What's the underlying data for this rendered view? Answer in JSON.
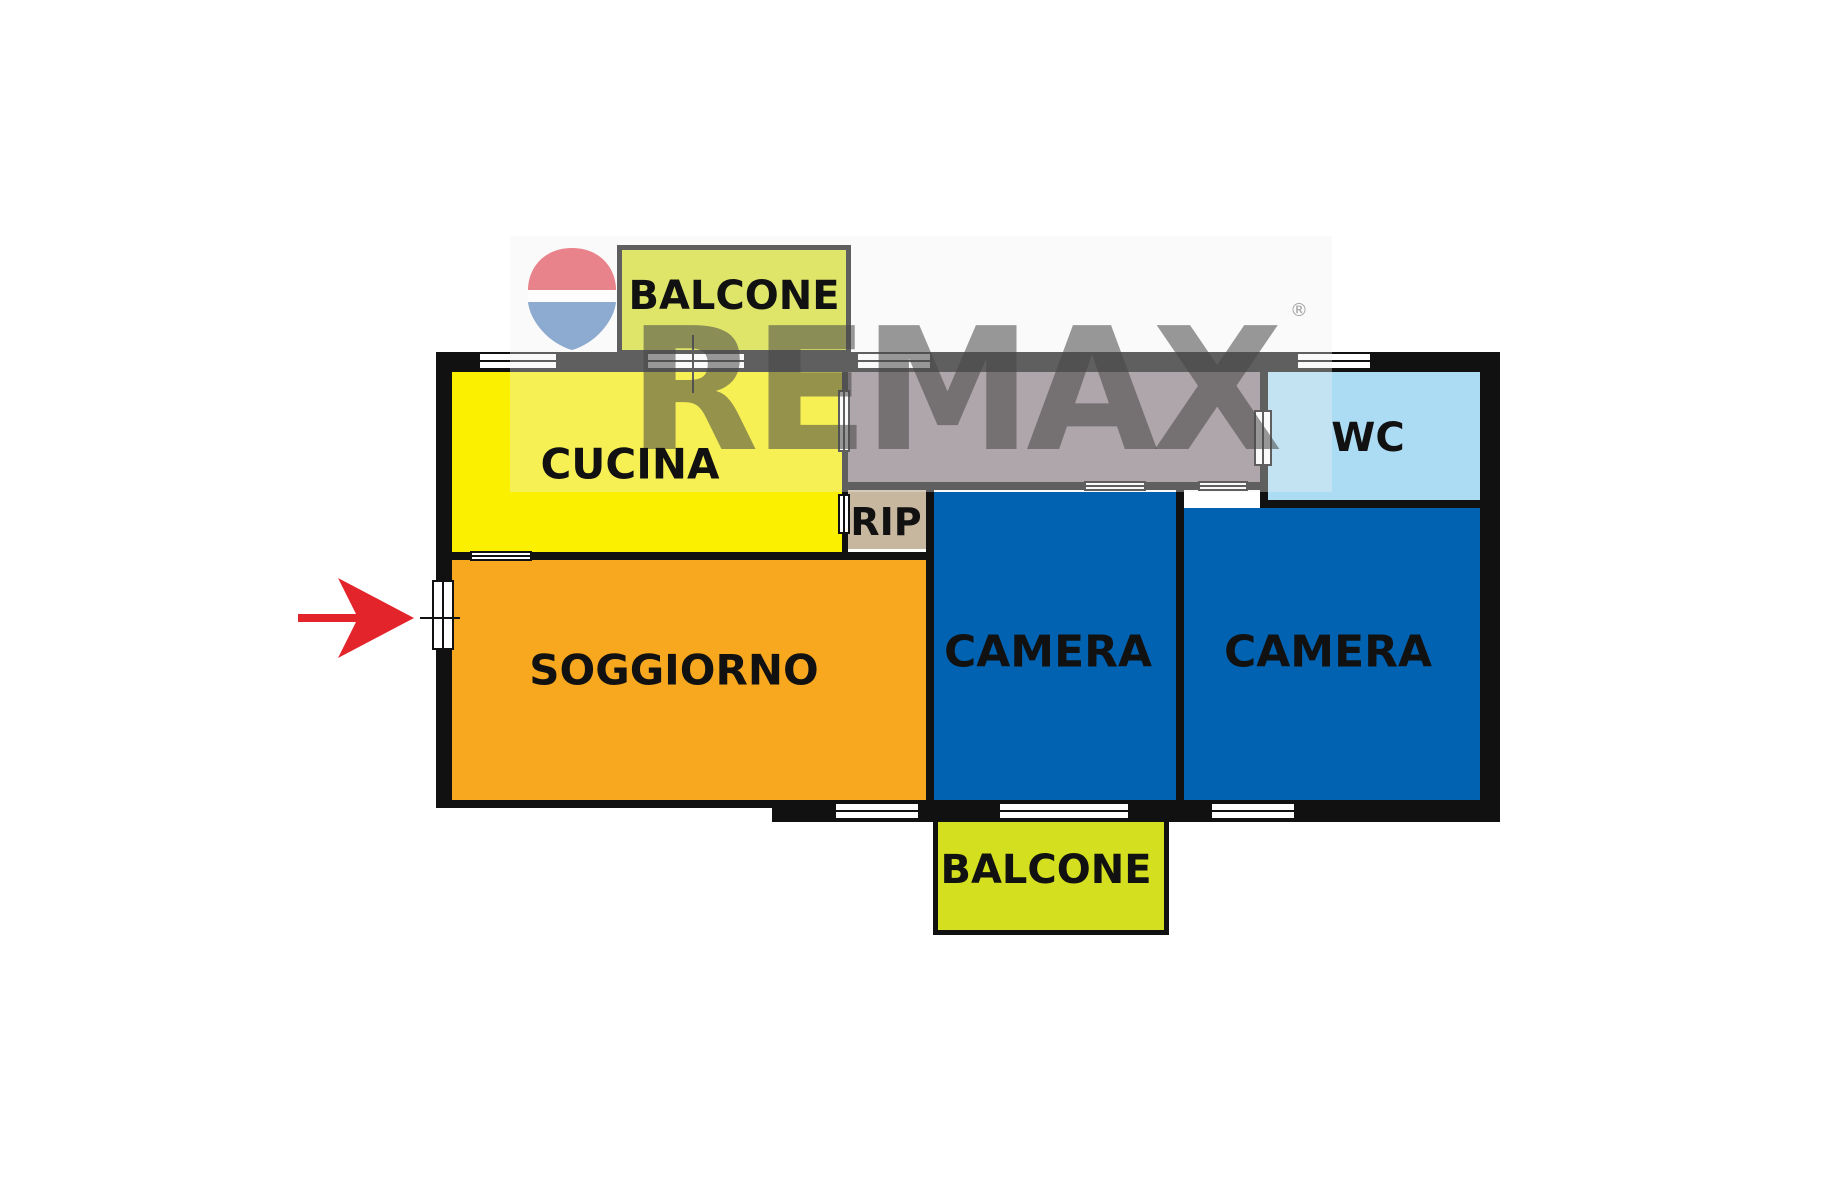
{
  "rooms": {
    "balcone_top": "BALCONE",
    "cucina": "CUCINA",
    "rip": "RIP",
    "wc": "WC",
    "soggiorno": "SOGGIORNO",
    "camera_left": "CAMERA",
    "camera_right": "CAMERA",
    "balcone_bottom": "BALCONE"
  },
  "watermark": {
    "brand": "RE/MAX",
    "text": "REMAX",
    "registered": "®"
  },
  "colors": {
    "wall": "#111111",
    "balcone": "#d4df1f",
    "cucina": "#fbf000",
    "corridor": "#8c7f86",
    "rip": "#c7b79e",
    "wc": "#abdcf4",
    "soggiorno": "#f8a81e",
    "camera": "#0062b1",
    "entrance_arrow": "#e3242b",
    "logo_red": "#d82030",
    "logo_blue": "#1f5aa6"
  },
  "icons": {
    "entrance": "entrance-arrow-icon",
    "logo": "remax-balloon-logo"
  }
}
